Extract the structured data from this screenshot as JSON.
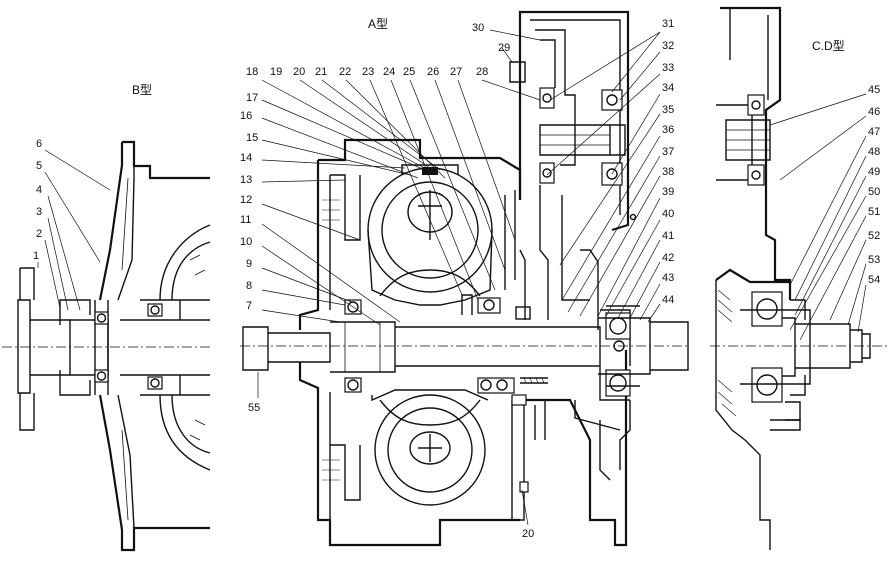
{
  "views": {
    "a": "A型",
    "b": "B型",
    "cd": "C.D型"
  },
  "callouts": [
    "1",
    "2",
    "3",
    "4",
    "5",
    "6",
    "7",
    "8",
    "9",
    "10",
    "11",
    "12",
    "13",
    "14",
    "15",
    "16",
    "17",
    "18",
    "19",
    "20",
    "21",
    "22",
    "23",
    "24",
    "25",
    "26",
    "27",
    "28",
    "29",
    "30",
    "31",
    "32",
    "33",
    "34",
    "35",
    "36",
    "37",
    "38",
    "39",
    "40",
    "41",
    "42",
    "43",
    "44",
    "45",
    "46",
    "47",
    "48",
    "49",
    "50",
    "51",
    "52",
    "53",
    "54",
    "55",
    "20"
  ]
}
